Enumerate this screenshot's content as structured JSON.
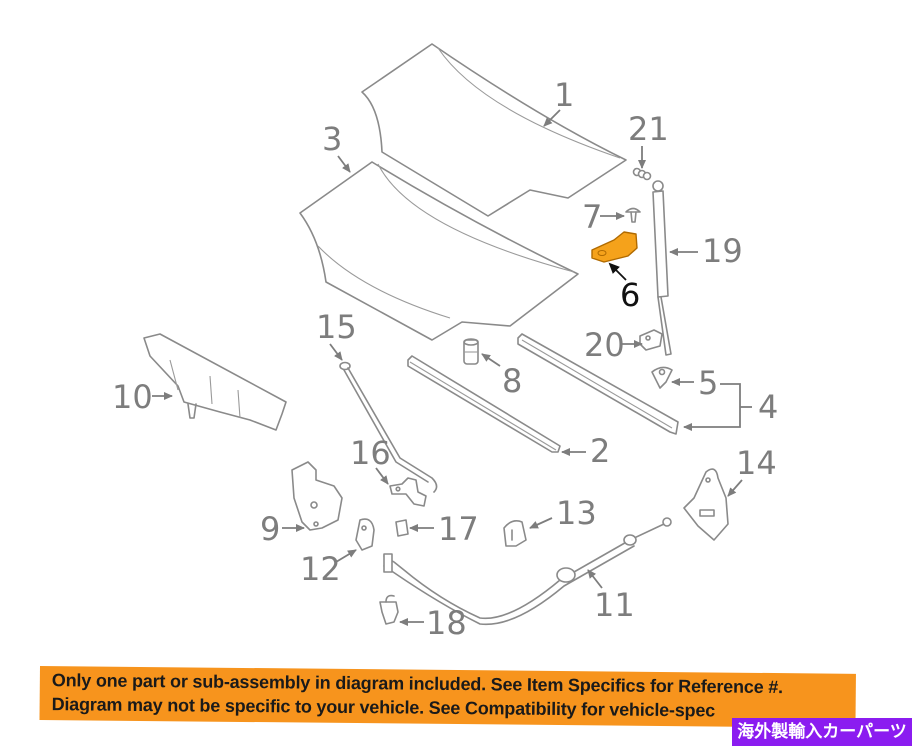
{
  "diagram": {
    "type": "exploded-parts-diagram",
    "subject": "Hood & components",
    "highlight_color": "#f7941d",
    "highlighted_part": "6",
    "callouts": [
      {
        "id": "c1",
        "label": "1"
      },
      {
        "id": "c2",
        "label": "2"
      },
      {
        "id": "c3",
        "label": "3"
      },
      {
        "id": "c4",
        "label": "4"
      },
      {
        "id": "c5",
        "label": "5"
      },
      {
        "id": "c6",
        "label": "6"
      },
      {
        "id": "c7",
        "label": "7"
      },
      {
        "id": "c8",
        "label": "8"
      },
      {
        "id": "c9",
        "label": "9"
      },
      {
        "id": "c10",
        "label": "10"
      },
      {
        "id": "c11",
        "label": "11"
      },
      {
        "id": "c12",
        "label": "12"
      },
      {
        "id": "c13",
        "label": "13"
      },
      {
        "id": "c14",
        "label": "14"
      },
      {
        "id": "c15",
        "label": "15"
      },
      {
        "id": "c16",
        "label": "16"
      },
      {
        "id": "c17",
        "label": "17"
      },
      {
        "id": "c18",
        "label": "18"
      },
      {
        "id": "c19",
        "label": "19"
      },
      {
        "id": "c20",
        "label": "20"
      },
      {
        "id": "c21",
        "label": "21"
      }
    ]
  },
  "banner": {
    "line1": "Only one part or sub-assembly in diagram included. See Item Specifics for Reference #.",
    "line2": "Diagram may not be specific to your vehicle. See Compatibility for vehicle-spec",
    "background": "#f7941d"
  },
  "badge": {
    "text": "海外製輸入カーパーツ",
    "background": "#8b1cf0"
  }
}
